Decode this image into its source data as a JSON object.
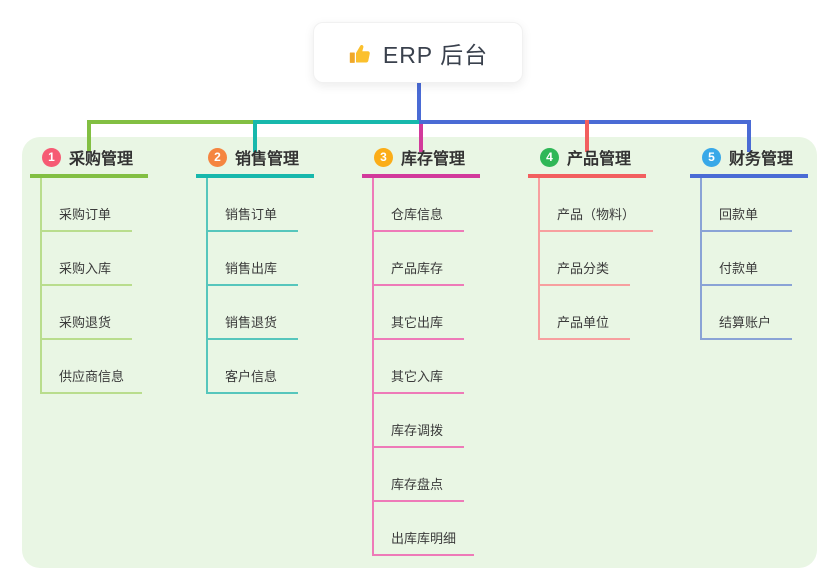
{
  "root": {
    "title": "ERP 后台",
    "icon": "thumbs-up-icon"
  },
  "colors": {
    "panel_bg": "#e9f6e4",
    "root_connector": "#4a6bd5",
    "thumb_main": "#fbc02d",
    "thumb_cuff": "#f0a829"
  },
  "branches": [
    {
      "index": "1",
      "label": "采购管理",
      "badge_color": "#f65b74",
      "line_color": "#82bf42",
      "child_line_color": "#b9dd8d",
      "children": [
        "采购订单",
        "采购入库",
        "采购退货",
        "供应商信息"
      ]
    },
    {
      "index": "2",
      "label": "销售管理",
      "badge_color": "#f58540",
      "line_color": "#17b8ac",
      "child_line_color": "#56c6bc",
      "children": [
        "销售订单",
        "销售出库",
        "销售退货",
        "客户信息"
      ]
    },
    {
      "index": "3",
      "label": "库存管理",
      "badge_color": "#fbad18",
      "line_color": "#d23a9b",
      "child_line_color": "#ee7ab8",
      "children": [
        "仓库信息",
        "产品库存",
        "其它出库",
        "其它入库",
        "库存调拨",
        "库存盘点",
        "出库库明细"
      ]
    },
    {
      "index": "4",
      "label": "产品管理",
      "badge_color": "#2fb757",
      "line_color": "#f25f5f",
      "child_line_color": "#f79f9f",
      "children": [
        "产品（物料）",
        "产品分类",
        "产品单位"
      ]
    },
    {
      "index": "5",
      "label": "财务管理",
      "badge_color": "#38a8e8",
      "line_color": "#4a6bd5",
      "child_line_color": "#8aa3d6",
      "children": [
        "回款单",
        "付款单",
        "结算账户"
      ]
    }
  ]
}
